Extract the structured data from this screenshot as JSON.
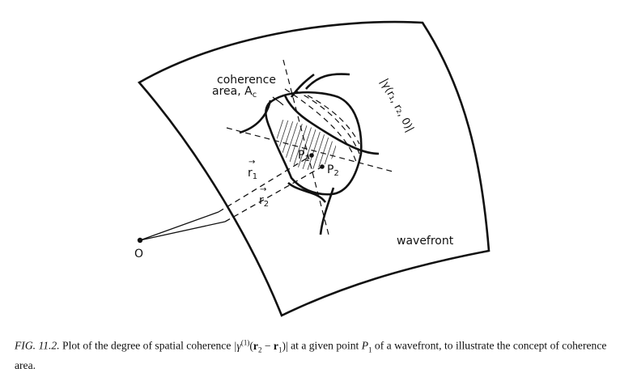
{
  "figure": {
    "labels": {
      "coherence_line1": "coherence",
      "coherence_line2": "area, A",
      "coherence_sub": "c",
      "r1_symbol": "r",
      "r1_sub": "1",
      "r2_symbol": "r",
      "r2_sub": "2",
      "p1_symbol": "P",
      "p1_sub": "1",
      "p2_symbol": "P",
      "p2_sub": "2",
      "origin": "O",
      "wavefront": "wavefront",
      "gamma_expr": "|γ(r₁, r₂, 0)|"
    }
  },
  "caption": {
    "lead": "FIG. 11.2.",
    "text_before": " Plot of the degree of spatial coherence ",
    "formula_gamma": "|γ",
    "formula_sup": "(1)",
    "formula_open": "(",
    "formula_r2": "r",
    "formula_r2_sub": "2",
    "formula_minus": " − ",
    "formula_r1": "r",
    "formula_r1_sub": "1",
    "formula_close": ")|",
    "text_mid": " at a given point ",
    "point_symbol": "P",
    "point_sub": "1",
    "text_after": " of a wavefront, to illustrate the concept of coherence area."
  }
}
